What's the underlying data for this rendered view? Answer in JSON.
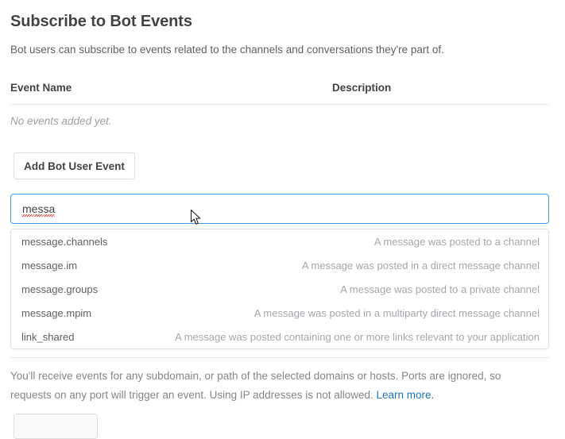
{
  "page": {
    "title": "Subscribe to Bot Events",
    "subtitle": "Bot users can subscribe to events related to the channels and conversations they're part of."
  },
  "events_table": {
    "columns": [
      "Event Name",
      "Description"
    ],
    "empty_message": "No events added yet.",
    "rows": []
  },
  "actions": {
    "add_bot_user_event": "Add Bot User Event",
    "footer_button": ""
  },
  "event_search": {
    "value": "messa",
    "placeholder": "",
    "focused": true,
    "spellcheck_flagged": true,
    "options": [
      {
        "name": "message.channels",
        "description": "A message was posted to a channel"
      },
      {
        "name": "message.im",
        "description": "A message was posted in a direct message channel"
      },
      {
        "name": "message.groups",
        "description": "A message was posted to a private channel"
      },
      {
        "name": "message.mpim",
        "description": "A message was posted in a multiparty direct message channel"
      },
      {
        "name": "link_shared",
        "description": "A message was posted containing one or more links relevant to your application"
      }
    ]
  },
  "footer_note": {
    "text": "You'll receive events for any subdomain, or path of the selected domains or hosts. Ports are ignored, so requests on any port will trigger an event. Using IP addresses is not allowed. ",
    "link_label": "Learn more."
  },
  "colors": {
    "focus_border": "#3d9ae2",
    "link": "#1d74b8",
    "heading_text": "#454245",
    "muted_text": "#868686",
    "placeholder_text": "#a6a6ad",
    "spellcheck_underline": "#e03b30"
  }
}
